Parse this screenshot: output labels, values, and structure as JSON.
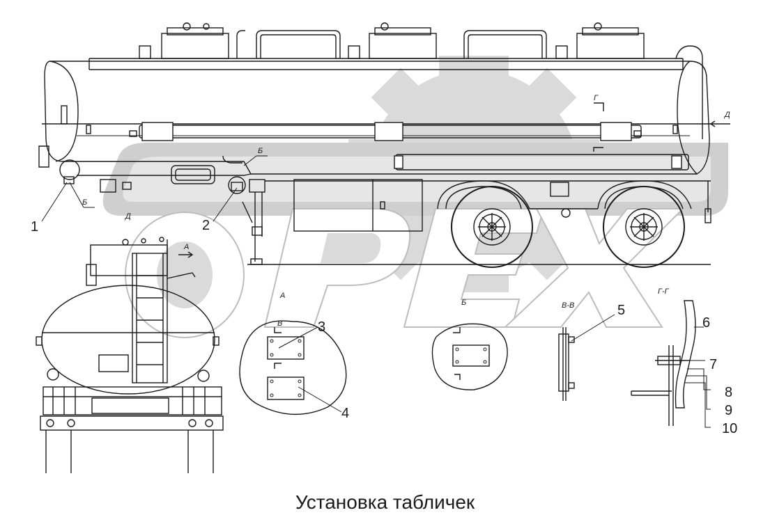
{
  "caption": "Установка табличек",
  "watermark": "OPEX",
  "callouts": {
    "c1": "1",
    "c2": "2",
    "c3": "3",
    "c4": "4",
    "c5": "5",
    "c6": "6",
    "c7": "7",
    "c8": "8",
    "c9": "9",
    "c10": "10"
  },
  "view_labels": {
    "a_view": "А",
    "b_view": "Б",
    "d_view": "Д",
    "g_section": "Г",
    "v_section": "В",
    "vv": "В-В",
    "gg": "Г-Г",
    "d_arrow": "Д",
    "a_arrow": "А",
    "b_mark": "Б",
    "b_mark2": "Б"
  },
  "colors": {
    "line": "#1a1a1a",
    "watermark": "#d9d9d9",
    "background": "#ffffff"
  }
}
